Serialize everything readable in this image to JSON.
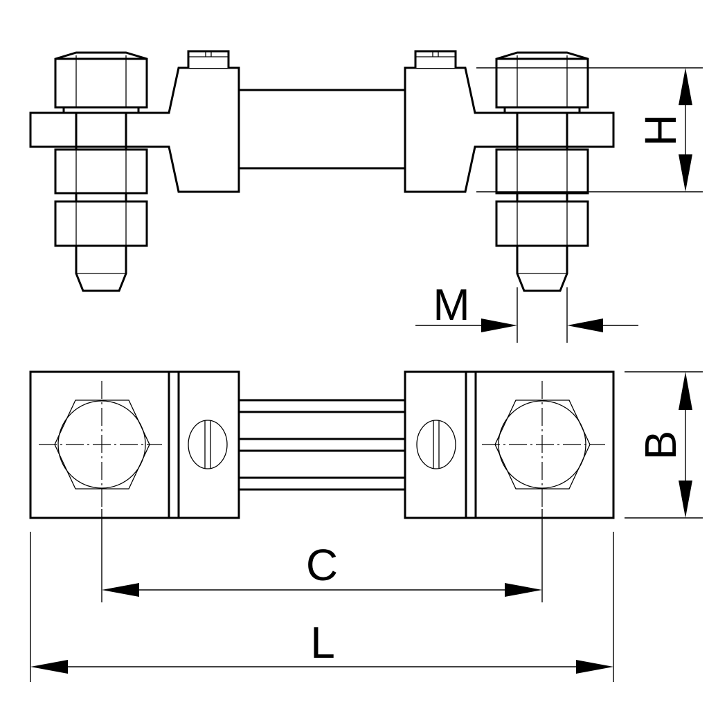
{
  "labels": {
    "H": "H",
    "M": "M",
    "B": "B",
    "C": "C",
    "L": "L"
  },
  "colors": {
    "line": "#000000",
    "background": "#ffffff"
  }
}
